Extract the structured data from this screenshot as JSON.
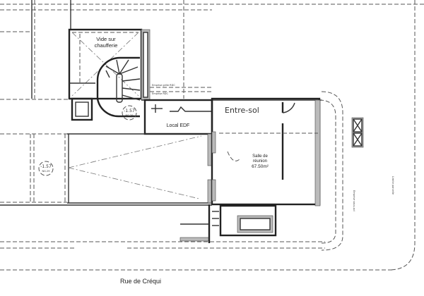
{
  "plan": {
    "rooms": {
      "chaufferie_line1": "Vide sur",
      "chaufferie_line2": "chaufferie",
      "local_edf": "Local EDF",
      "level_title": "Entre-sol",
      "salle_line1": "Salle de",
      "salle_line2": "réunion",
      "salle_area": "67.50m²"
    },
    "levels": [
      {
        "value": "-1.57",
        "sub": "NG.29"
      },
      {
        "value": "-1.57",
        "sub": "NG.29"
      }
    ],
    "annotations": {
      "emprise_grille": "Emprise grille RDC",
      "emprise_rdc": "Emprise RDC",
      "emprise_sous_sol": "Emprise sous-sol",
      "limite_parcelle": "Limite parcelle"
    },
    "street": "Rue de Créqui"
  }
}
